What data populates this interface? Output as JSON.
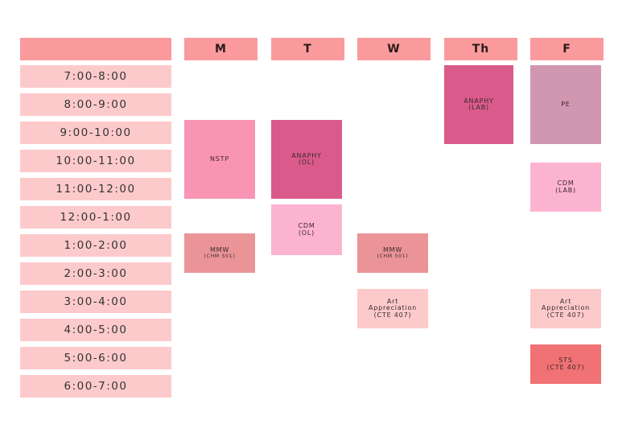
{
  "days": [
    "M",
    "T",
    "W",
    "Th",
    "F"
  ],
  "times": [
    "7:00-8:00",
    "8:00-9:00",
    "9:00-10:00",
    "10:00-11:00",
    "11:00-12:00",
    "12:00-1:00",
    "1:00-2:00",
    "2:00-3:00",
    "3:00-4:00",
    "4:00-5:00",
    "5:00-6:00",
    "6:00-7:00"
  ],
  "classes": {
    "nstp": {
      "name": "NSTP",
      "color": "#f994b4"
    },
    "anaphy_ol": {
      "name": "ANAPHY",
      "sub": "(OL)",
      "color": "#da5b8b"
    },
    "cdm_ol": {
      "name": "CDM",
      "sub": "(OL)",
      "color": "#fcb3d0"
    },
    "mmw_m": {
      "name": "MMW",
      "sub": "(CHM 501)",
      "color": "#ea9497"
    },
    "mmw_w": {
      "name": "MMW",
      "sub": "(CHM 501)",
      "color": "#ea9497"
    },
    "art_w": {
      "name": "Art",
      "name2": "Appreciation",
      "sub": "(CTE 407)",
      "color": "#fdcacb"
    },
    "anaphy_lab": {
      "name": "ANAPHY",
      "sub": "(LAB)",
      "color": "#da5b8b"
    },
    "pe": {
      "name": "PE",
      "color": "#d297b0"
    },
    "cdm_lab": {
      "name": "CDM",
      "sub": "(LAB)",
      "color": "#fcb3d0"
    },
    "art_f": {
      "name": "Art",
      "name2": "Appreciation",
      "sub": "(CTE 407)",
      "color": "#fdcacb"
    },
    "sts": {
      "name": "STS",
      "sub": "(CTE 407)",
      "color": "#f07275"
    }
  }
}
